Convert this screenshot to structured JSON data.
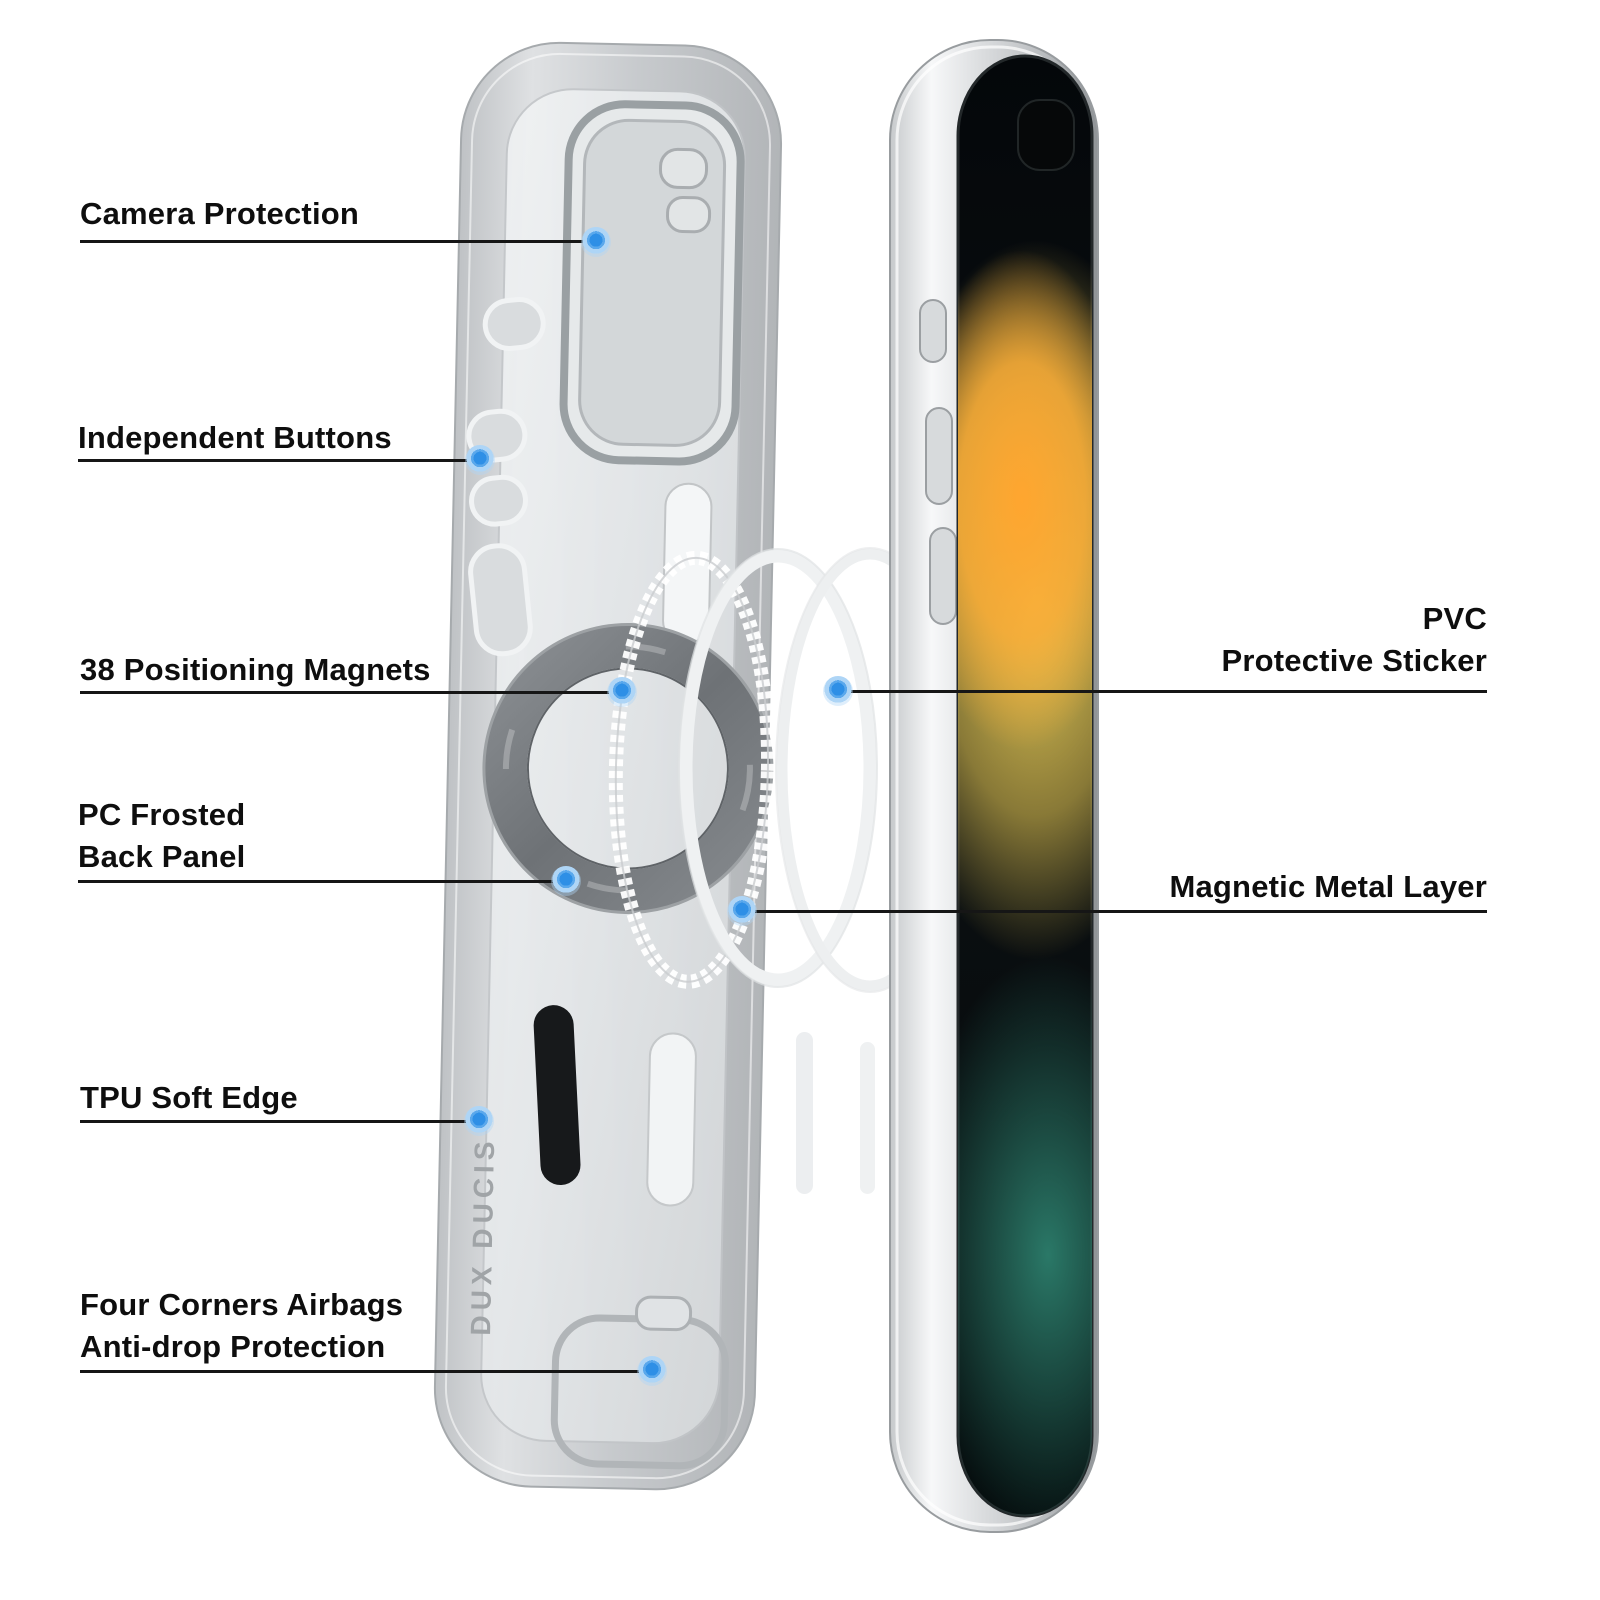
{
  "brand": "DUX DUCIS",
  "colors": {
    "background": "#ffffff",
    "callout_line": "#161616",
    "dot_inner": "#2e8fe6",
    "dot_outer": "#aed5f6",
    "case_gray": "#c7cacd",
    "phone_frame_silver": "#dadcde",
    "screen_orange": "#f9ab36",
    "screen_yellow": "#f6d95e",
    "screen_teal": "#2c7e6c"
  },
  "callouts": {
    "camera_protection": {
      "line1": "Camera Protection"
    },
    "independent_buttons": {
      "line1": "Independent Buttons"
    },
    "positioning_magnets": {
      "line1": "38 Positioning Magnets"
    },
    "pc_frosted": {
      "line1": "PC Frosted",
      "line2": "Back Panel"
    },
    "tpu_soft_edge": {
      "line1": "TPU Soft Edge"
    },
    "four_corners": {
      "line1": "Four Corners Airbags",
      "line2": "Anti-drop Protection"
    },
    "pvc_sticker": {
      "line1": "PVC",
      "line2": "Protective Sticker"
    },
    "magnetic_metal": {
      "line1": "Magnetic Metal Layer"
    }
  }
}
